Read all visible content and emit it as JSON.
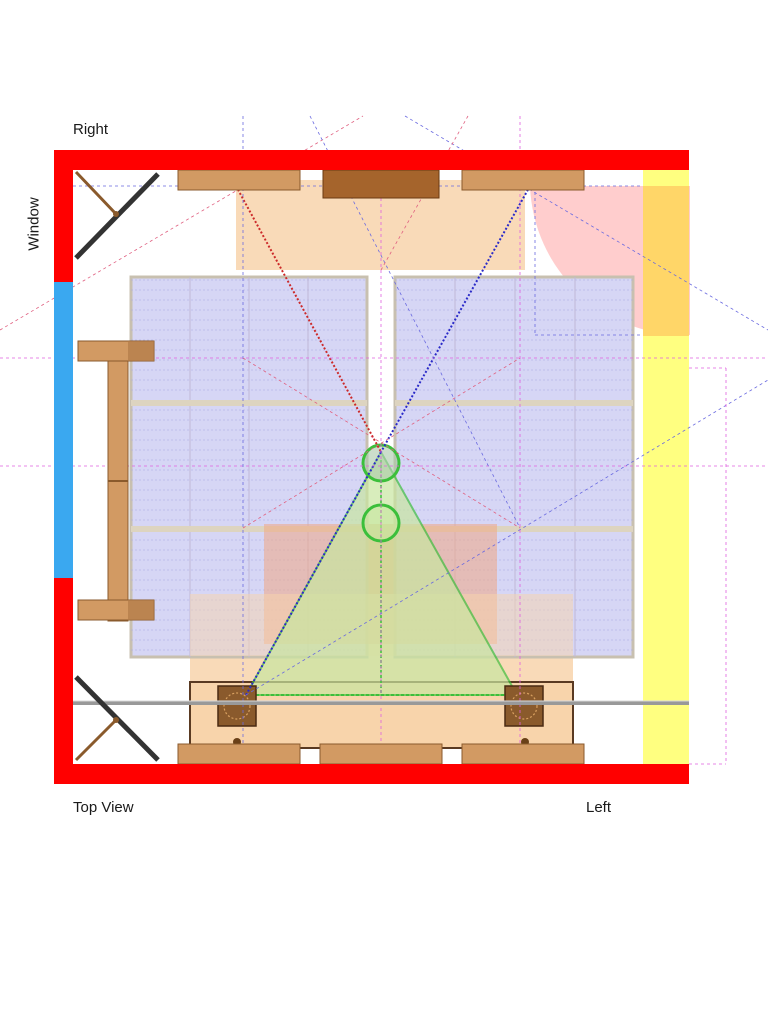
{
  "labels": {
    "right": "Right",
    "window": "Window",
    "top_view": "Top View",
    "left": "Left"
  },
  "colors": {
    "wall": "#ff0000",
    "window": "#3aa8f0",
    "panel_fill": "#d6d6f5",
    "panel_border": "#c8c0b0",
    "furniture": "#d29a63",
    "furniture_dark": "#a5642c",
    "rug": "#f8d4ab",
    "desk_accent": "#f0a884",
    "bass_trap": "#ffff80",
    "door_swing": "#ffc8c8",
    "listening_triangle": "#c8e6a0",
    "listening_circle": "#3bbf3b",
    "red_reflection": "#cc2a2a",
    "blue_reflection": "#2a2ac8",
    "pink_guide": "#e060e0",
    "rail": "#999999"
  },
  "icons": [
    "speaker-icon",
    "listening-position-icon",
    "door-icon",
    "chair-icon"
  ]
}
